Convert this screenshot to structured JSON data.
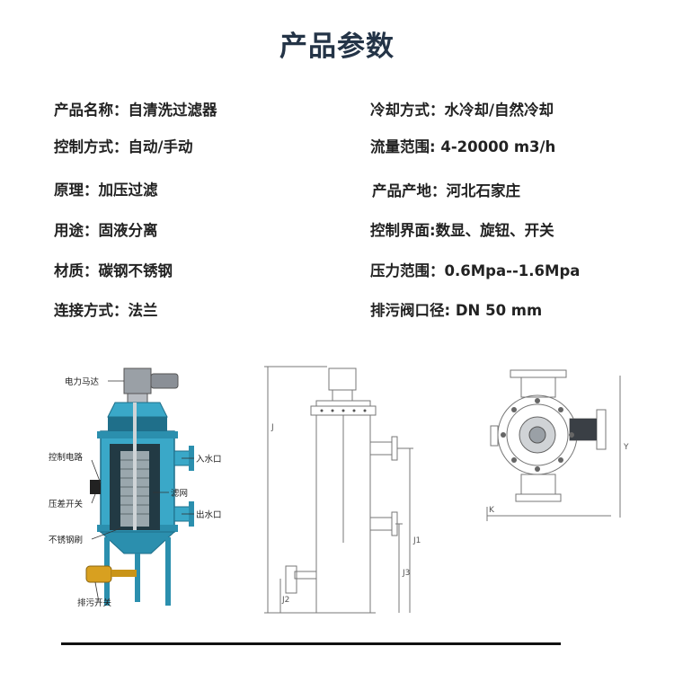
{
  "title": "产品参数",
  "specs_left": [
    "产品名称：自清洗过滤器",
    "控制方式：自动/手动",
    "原理：加压过滤",
    "用途：固液分离",
    "材质：碳钢不锈钢",
    "连接方式：法兰"
  ],
  "specs_right": [
    "冷却方式：水冷却/自然冷却",
    "流量范围: 4-20000 m3/h",
    "产品产地：河北石家庄",
    "控制界面:数显、旋钮、开关",
    "压力范围：0.6Mpa--1.6Mpa",
    "排污阀口径: DN 50 mm"
  ],
  "figure_labels": {
    "motor": "电力马达",
    "control_circuit": "控制电路",
    "pressure_switch": "压差开关",
    "brush": "不锈钢刷",
    "drain_switch": "排污开关",
    "inlet": "入水口",
    "screen": "滤网",
    "outlet": "出水口"
  },
  "dimension_labels": {
    "j": "J",
    "j1": "J1",
    "j2": "J2",
    "j3": "J3",
    "y": "Y",
    "k": "K"
  },
  "colors": {
    "title": "#243447",
    "vessel_blue": "#3aa8c8",
    "vessel_dark": "#1f6f8a",
    "valve_gold": "#d8a020",
    "motor_gray": "#8a8f96"
  }
}
